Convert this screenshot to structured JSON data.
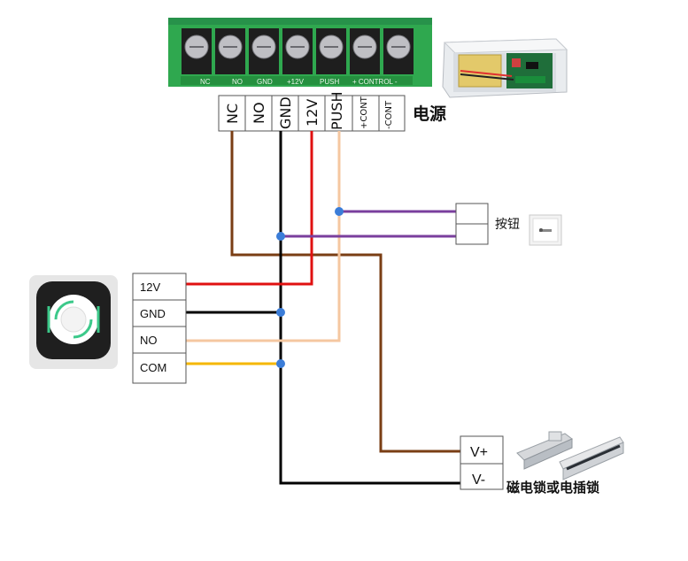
{
  "board": {
    "labels": [
      "NC",
      "NO",
      "GND",
      "+12V",
      "PUSH",
      "+ CONTROL -"
    ]
  },
  "power_supply": {
    "title": "电源",
    "terminals": [
      "NC",
      "NO",
      "GND",
      "12V",
      "PUSH",
      "+CONT",
      "-CONT"
    ]
  },
  "button": {
    "label": "按钮"
  },
  "reader": {
    "terminals": [
      "12V",
      "GND",
      "NO",
      "COM"
    ]
  },
  "lock": {
    "terminals": [
      "V+",
      "V-"
    ],
    "label": "磁电锁或电插锁"
  },
  "colors": {
    "brown": "#7a3e14",
    "black": "#000000",
    "red": "#e01010",
    "peach": "#f5c7a0",
    "purple": "#7a3f9d",
    "yellow": "#f5b700",
    "node": "#3b7dd8",
    "board_green": "#2fa84f"
  }
}
